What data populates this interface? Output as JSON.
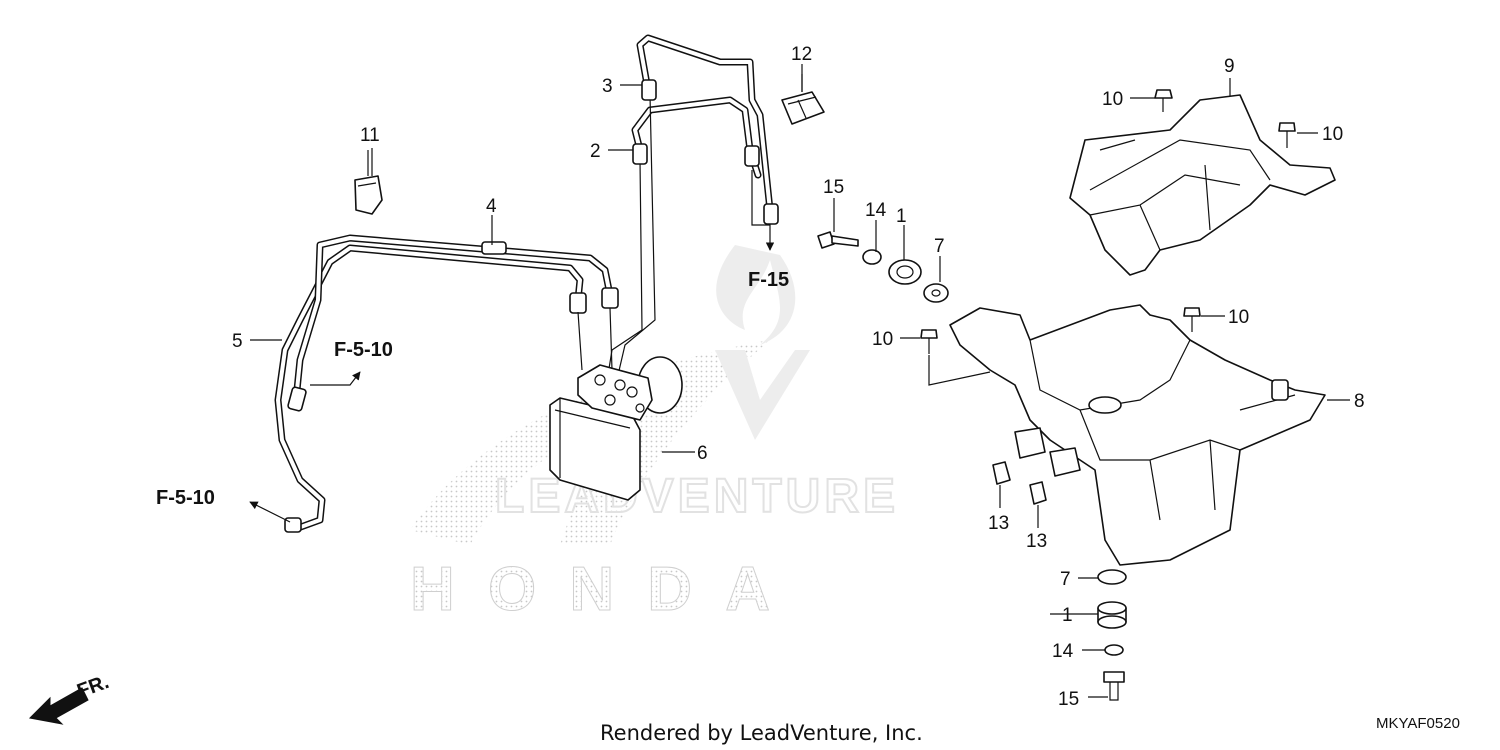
{
  "callouts": {
    "p1a": "1",
    "p1b": "1",
    "p2": "2",
    "p3": "3",
    "p4": "4",
    "p5": "5",
    "p6": "6",
    "p7a": "7",
    "p7b": "7",
    "p8": "8",
    "p9": "9",
    "p10a": "10",
    "p10b": "10",
    "p10c": "10",
    "p10d": "10",
    "p11": "11",
    "p12": "12",
    "p13a": "13",
    "p13b": "13",
    "p14a": "14",
    "p14b": "14",
    "p15a": "15",
    "p15b": "15"
  },
  "refs": {
    "f15": "F-15",
    "f510a": "F-5-10",
    "f510b": "F-5-10"
  },
  "front_indicator": "FR.",
  "watermark": {
    "brand": "HONDA",
    "vendor": "LEADVENTURE"
  },
  "footer": {
    "rendered_by": "Rendered by LeadVenture, Inc.",
    "diagram_code": "MKYAF0520"
  }
}
